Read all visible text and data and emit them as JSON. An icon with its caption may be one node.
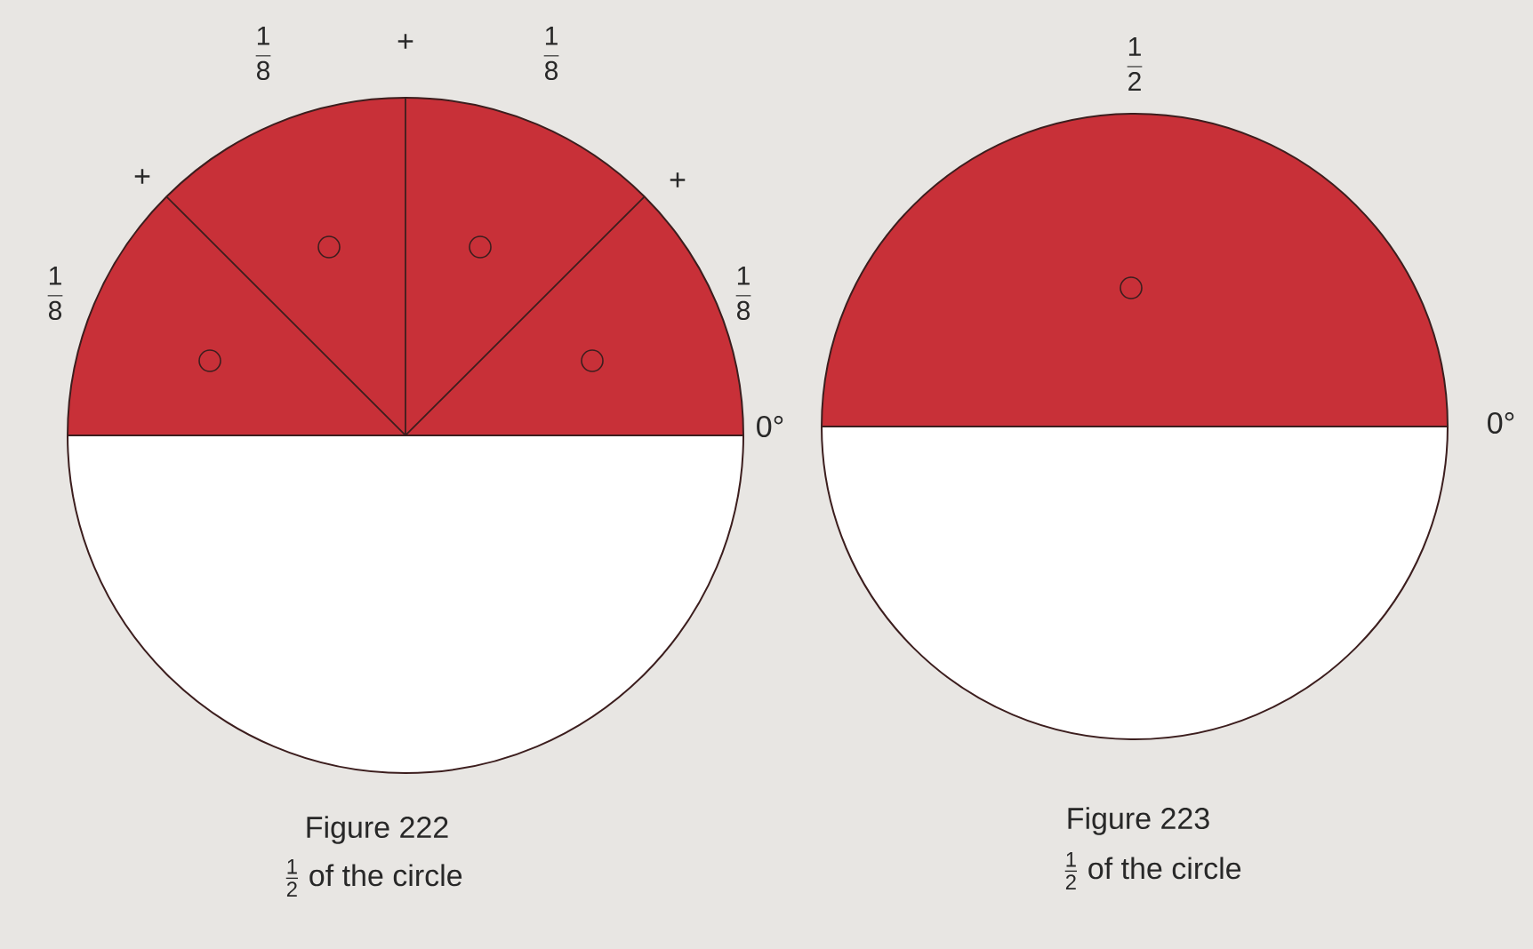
{
  "diagram": {
    "labels": [
      "+",
      "\\frac{1}{8}",
      "\\frac{1}{8}",
      "+",
      "+",
      "\\frac{1}{2}",
      "\\frac{1}{8}",
      "\\frac{1}{8}",
      "0°",
      "0°",
      "Figure 222",
      "\\frac{1}{2}\\text{ of the circle}",
      "Figure 223",
      "\\frac{1}{2}\\text{ of the circle}"
    ]
  }
}
